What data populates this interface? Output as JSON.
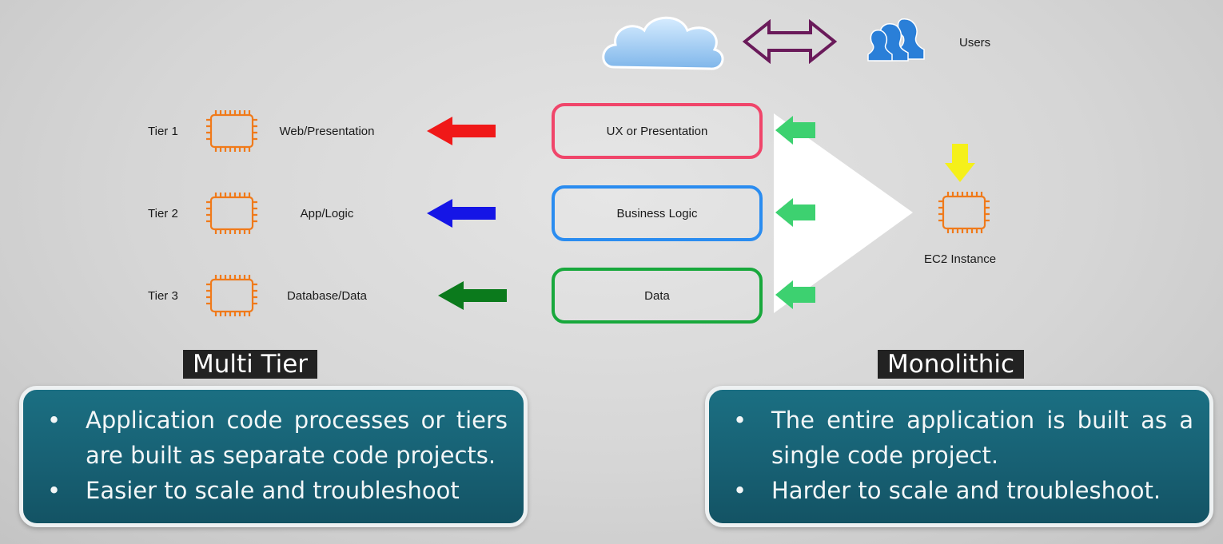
{
  "users": {
    "label": "Users"
  },
  "multi_tier": {
    "heading": "Multi Tier",
    "tiers": [
      {
        "tier": "Tier 1",
        "name": "Web/Presentation",
        "arrow_color": "#f01818"
      },
      {
        "tier": "Tier 2",
        "name": "App/Logic",
        "arrow_color": "#1515e6"
      },
      {
        "tier": "Tier 3",
        "name": "Database/Data",
        "arrow_color": "#0b7a1c"
      }
    ],
    "bullets": [
      "Application code processes or tiers are built as separate code projects.",
      "Easier to scale and troubleshoot"
    ]
  },
  "layers": [
    {
      "label": "UX or Presentation",
      "color": "#f0456a"
    },
    {
      "label": "Business Logic",
      "color": "#2a8cf0"
    },
    {
      "label": "Data",
      "color": "#18a83c"
    }
  ],
  "monolithic": {
    "heading": "Monolithic",
    "instance_label": "EC2 Instance",
    "bullets": [
      "The entire application is built as a single code project.",
      "Harder to scale and troubleshoot."
    ]
  },
  "colors": {
    "chip": "#f07a1a",
    "green_arrow": "#3dd170",
    "yellow_arrow": "#f5f01a",
    "double_arrow": "#6a1a5a",
    "panel_bg": "#1b6f82"
  },
  "icons": [
    "cloud-icon",
    "double-arrow-icon",
    "users-icon",
    "chip-icon"
  ]
}
